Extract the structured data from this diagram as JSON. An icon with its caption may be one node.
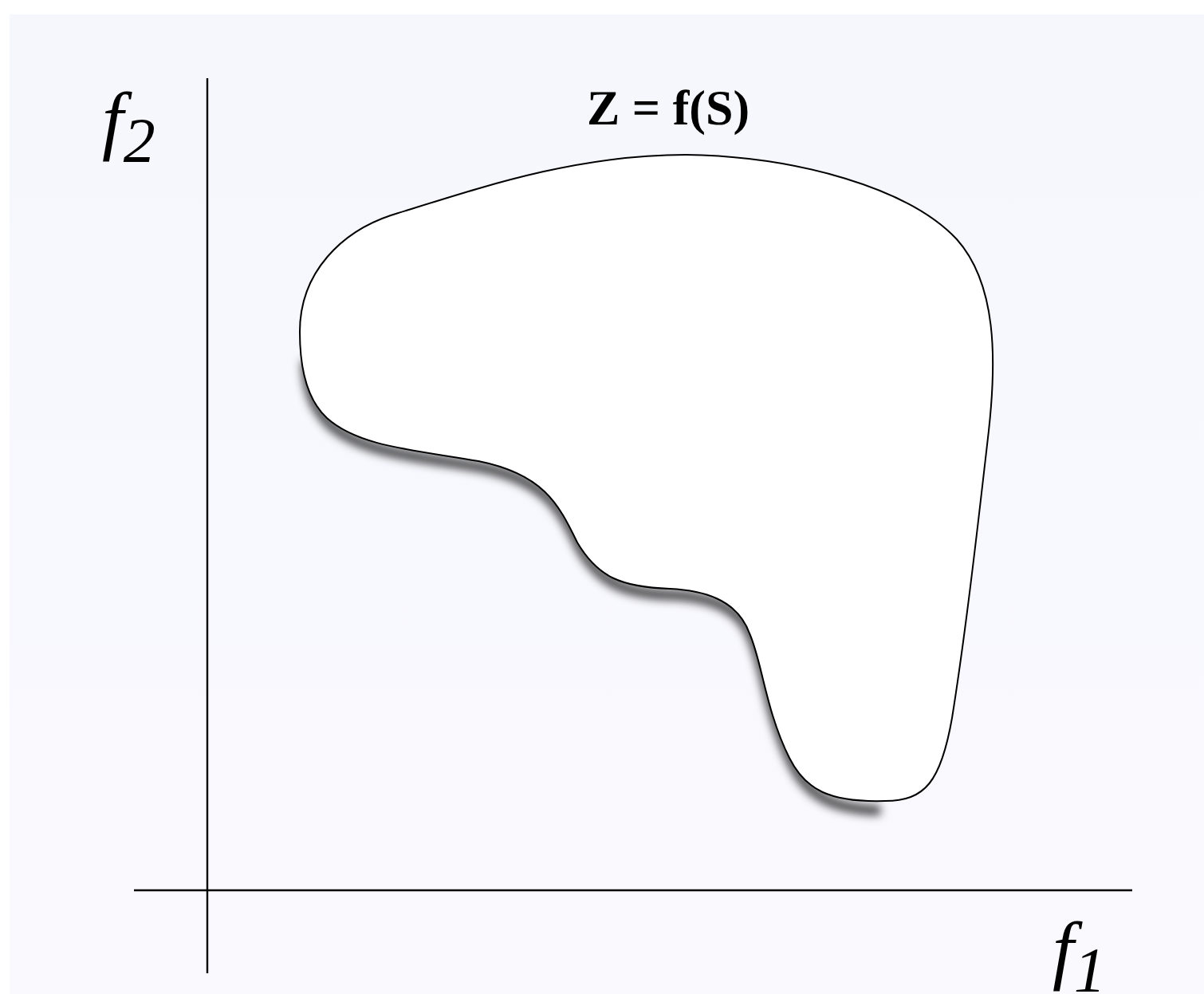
{
  "diagram": {
    "title": "Z = f(S)",
    "labels": [
      "f$_{2}$",
      "f$_{1}$"
    ]
  }
}
